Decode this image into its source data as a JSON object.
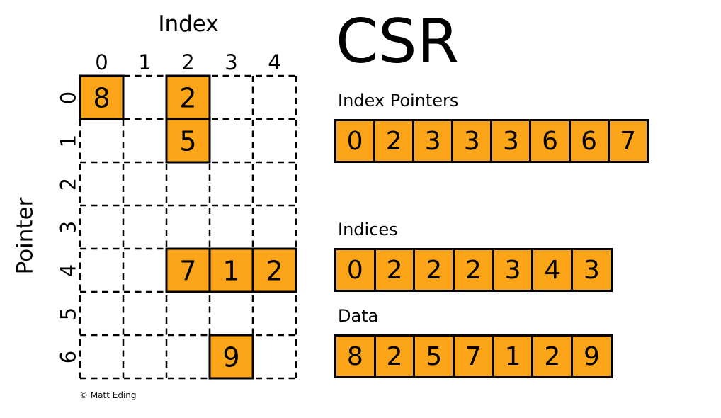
{
  "title": "CSR",
  "credit": "© Matt Eding",
  "matrix": {
    "x_axis_label": "Index",
    "y_axis_label": "Pointer",
    "cols": 5,
    "rows": 7,
    "col_labels": [
      "0",
      "1",
      "2",
      "3",
      "4"
    ],
    "row_labels": [
      "0",
      "1",
      "2",
      "3",
      "4",
      "5",
      "6"
    ],
    "filled_cells": [
      {
        "row": 0,
        "col": 0,
        "value": "8"
      },
      {
        "row": 0,
        "col": 2,
        "value": "2"
      },
      {
        "row": 1,
        "col": 2,
        "value": "5"
      },
      {
        "row": 4,
        "col": 2,
        "value": "7"
      },
      {
        "row": 4,
        "col": 3,
        "value": "1"
      },
      {
        "row": 4,
        "col": 4,
        "value": "2"
      },
      {
        "row": 6,
        "col": 3,
        "value": "9"
      }
    ]
  },
  "arrays": [
    {
      "id": "index-pointers",
      "label": "Index Pointers",
      "values": [
        "0",
        "2",
        "3",
        "3",
        "3",
        "6",
        "6",
        "7"
      ]
    },
    {
      "id": "indices",
      "label": "Indices",
      "values": [
        "0",
        "2",
        "2",
        "2",
        "3",
        "4",
        "3"
      ]
    },
    {
      "id": "data",
      "label": "Data",
      "values": [
        "8",
        "2",
        "5",
        "7",
        "1",
        "2",
        "9"
      ]
    }
  ],
  "colors": {
    "cell_fill": "#FCA519",
    "line": "#000000",
    "text": "#000000",
    "background": "#FFFFFF"
  }
}
